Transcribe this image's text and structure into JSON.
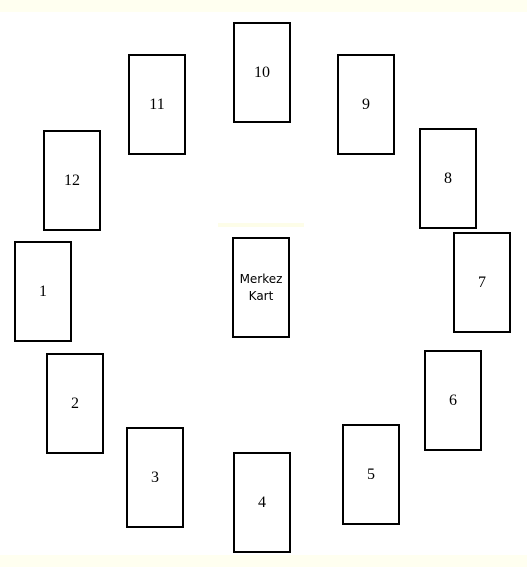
{
  "cards": [
    {
      "id": "1",
      "label": "1"
    },
    {
      "id": "2",
      "label": "2"
    },
    {
      "id": "3",
      "label": "3"
    },
    {
      "id": "4",
      "label": "4"
    },
    {
      "id": "5",
      "label": "5"
    },
    {
      "id": "6",
      "label": "6"
    },
    {
      "id": "7",
      "label": "7"
    },
    {
      "id": "8",
      "label": "8"
    },
    {
      "id": "9",
      "label": "9"
    },
    {
      "id": "10",
      "label": "10"
    },
    {
      "id": "11",
      "label": "11"
    },
    {
      "id": "12",
      "label": "12"
    }
  ],
  "center_card": {
    "label": "Merkez\nKart"
  },
  "colors": {
    "card_border": "#000000",
    "card_fill": "#ffffff",
    "background": "#ffffff",
    "edge_tint": "#fffff0"
  }
}
